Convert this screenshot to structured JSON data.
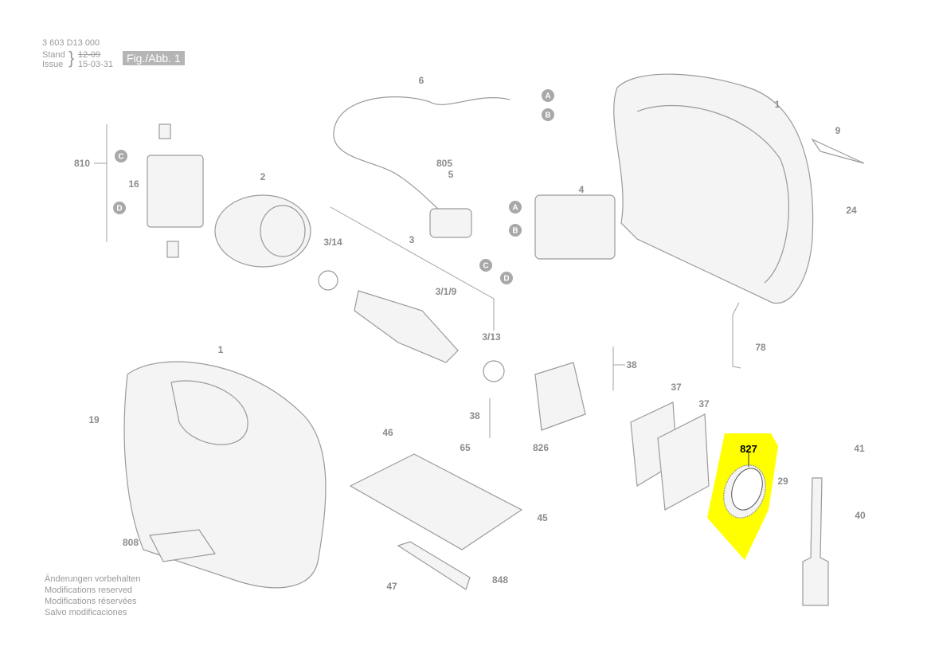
{
  "header": {
    "part_number": "3 603 D13 000",
    "stand_label": "Stand",
    "issue_label": "Issue",
    "stand_date_struck": "12-09",
    "issue_date": "15-03-31",
    "figure_label": "Fig./Abb. 1"
  },
  "highlight": {
    "part": "827",
    "color": "#ffff00"
  },
  "labels": [
    "6",
    "1",
    "9",
    "810",
    "16",
    "2",
    "805",
    "5",
    "4",
    "24",
    "3/14",
    "3",
    "3/1/9",
    "3/13",
    "78",
    "38",
    "1",
    "37",
    "37",
    "19",
    "46",
    "38",
    "65",
    "826",
    "827",
    "41",
    "29",
    "40",
    "45",
    "808",
    "47",
    "848"
  ],
  "connectors": [
    "A",
    "B",
    "C",
    "D",
    "A",
    "B",
    "C",
    "D"
  ],
  "footer": [
    "Änderungen vorbehalten",
    "Modifications reserved",
    "Modifications réservées",
    "Salvo modificaciones"
  ]
}
